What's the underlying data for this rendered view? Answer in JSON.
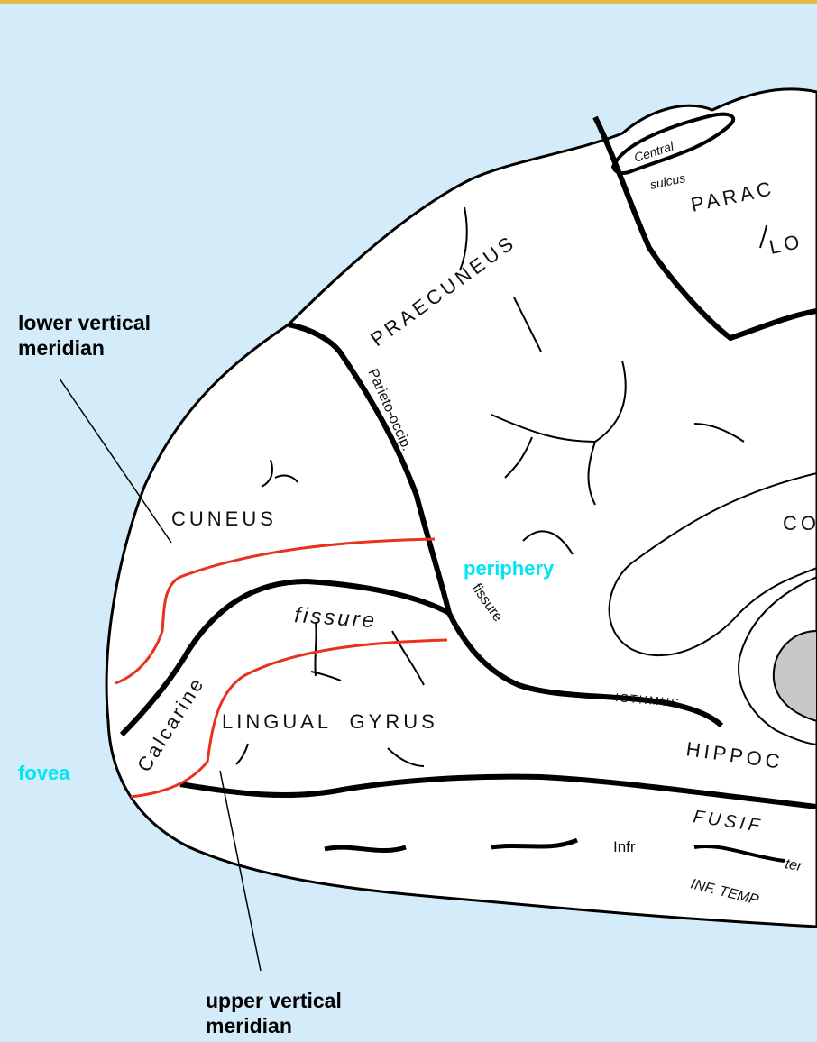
{
  "annotations": {
    "lower_vertical_meridian": "lower vertical\nmeridian",
    "upper_vertical_meridian": "upper vertical\nmeridian",
    "fovea": "fovea",
    "periphery": "periphery"
  },
  "brain_labels": {
    "central_sulcus_1": "Central",
    "central_sulcus_2": "sulcus",
    "paracentral": "PARAC",
    "lobule": "LO",
    "praecuneus": "PRAECUNEUS",
    "parieto_occip": "Parieto-occip.",
    "fissure_po": "fissure",
    "cuneus": "CUNEUS",
    "fissure_calc": "fissure",
    "calcarine": "Calcarine",
    "lingual_gyrus": "LINGUAL  GYRUS",
    "isthmus": "ISTHMUS",
    "hippocampal": "HIPPOC",
    "fusiform": "FUSIF",
    "infr": "Infr",
    "temporal_short": "ter",
    "inf_temp": "INF. TEMP",
    "corpus": "CO"
  },
  "colors": {
    "background": "#d4ecfa",
    "top_border": "#e3b94c",
    "meridian_curve": "#e8321e",
    "highlight_label": "#00e5f0",
    "sulcus": "#000000",
    "brain_fill": "#ffffff",
    "thalamus_fill": "#c8c8c8"
  }
}
